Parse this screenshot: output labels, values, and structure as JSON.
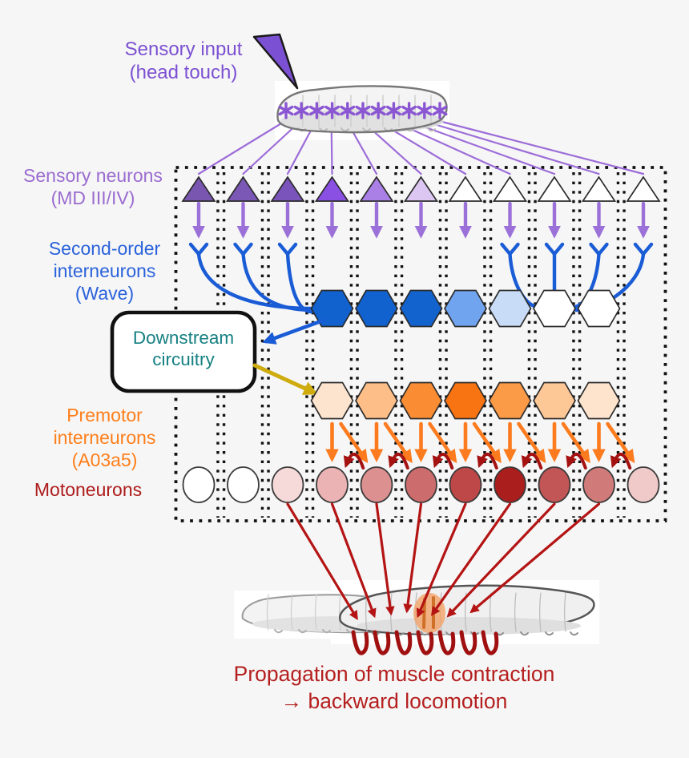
{
  "header": {
    "needle_label_lines": [
      "Sensory input",
      "(head touch)"
    ],
    "needle_color": "#7C50D2",
    "asterisk_count": 11
  },
  "layers": {
    "sensory": {
      "label_lines": [
        "Sensory neurons",
        "(MD III/IV)"
      ],
      "label_color": "#9A6CD0",
      "count": 11,
      "fills": [
        "#7956B0",
        "#7B57B6",
        "#7A53BB",
        "#8A50E4",
        "#AB80E6",
        "#DCC7F3",
        "#FFFFFF",
        "#FFFFFF",
        "#FFFFFF",
        "#FFFFFF",
        "#FFFFFF"
      ]
    },
    "wave": {
      "label_lines": [
        "Second-order",
        "interneurons",
        "(Wave)"
      ],
      "label_color": "#2A62DB",
      "count": 7,
      "fills": [
        "#1161CF",
        "#1161CF",
        "#1363CF",
        "#70A4EF",
        "#C9DCF7",
        "#FFFFFF",
        "#FFFFFF"
      ],
      "left_branch_triangles": [
        1,
        2,
        3
      ],
      "left_branch_target_hexagon": 1,
      "right_branch_triangles": [
        8,
        9,
        10,
        11
      ],
      "right_branch_target_hexagon": 6
    },
    "premotor": {
      "label_lines": [
        "Premotor",
        "interneurons",
        "(A03a5)"
      ],
      "label_color": "#FF7E1A",
      "count": 7,
      "fills": [
        "#FDE4CE",
        "#FDBE88",
        "#FA8C33",
        "#F87412",
        "#FB9A47",
        "#FDC796",
        "#FEE3CD"
      ]
    },
    "motoneurons": {
      "label_lines": [
        "Motoneurons"
      ],
      "label_color": "#AE1C1C",
      "count": 11,
      "fills": [
        "#FFFFFF",
        "#FFFFFF",
        "#F6D9D9",
        "#EBB3B3",
        "#DC9090",
        "#CD6C6C",
        "#BE4848",
        "#AA1E1E",
        "#C25555",
        "#D17A7A",
        "#F0C9C9"
      ],
      "propagation_arc_count": 7
    }
  },
  "downstream_box": {
    "label_lines": [
      "Downstream",
      "circuitry"
    ],
    "text_color": "#168082"
  },
  "caption": {
    "lines": [
      "Propagation of muscle contraction",
      "→ backward locomotion"
    ],
    "color": "#B51F1F"
  },
  "colors": {
    "background": "#F6F6F6",
    "sensory_arrow": "#9B71D9",
    "sensory_fan_line": "#9C6CD8",
    "asterisk": "#8A56D2",
    "wave_branch": "#1A5CD6",
    "downstream_input_arrow": "#1A5CD6",
    "downstream_output_arrow": "#CFAC0E",
    "premotor_arrow": "#FC7B1E",
    "propagation_arc": "#A51212",
    "motor_fan_arrow": "#B41414",
    "contraction_squiggle": "#A01010",
    "grid_dots": "#111111"
  }
}
